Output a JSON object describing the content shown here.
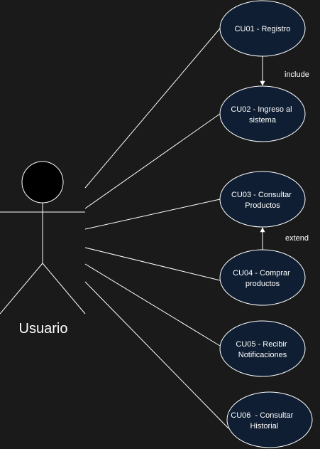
{
  "colors": {
    "background": "#1a1a1a",
    "line": "#ffffff",
    "usecase_fill": "#0f1e33",
    "usecase_stroke": "#ffffff",
    "actor_head_fill": "#000000",
    "text": "#ffffff"
  },
  "actor": {
    "name": "Usuario"
  },
  "use_cases": [
    {
      "id": "CU01",
      "lines": [
        "CU01 - Registro"
      ]
    },
    {
      "id": "CU02",
      "lines": [
        "CU02 - Ingreso al",
        "sistema"
      ]
    },
    {
      "id": "CU03",
      "lines": [
        "CU03 - Consultar",
        "Productos"
      ]
    },
    {
      "id": "CU04",
      "lines": [
        "CU04 - Comprar",
        "productos"
      ]
    },
    {
      "id": "CU05",
      "lines": [
        "CU05 - Recibir",
        "Notificaciones"
      ]
    },
    {
      "id": "CU06",
      "lines": [
        "CU06  - Consultar",
        "Historial"
      ]
    }
  ],
  "relations": [
    {
      "from": "CU01",
      "to": "CU02",
      "label": "include"
    },
    {
      "from": "CU04",
      "to": "CU03",
      "label": "extend"
    }
  ]
}
